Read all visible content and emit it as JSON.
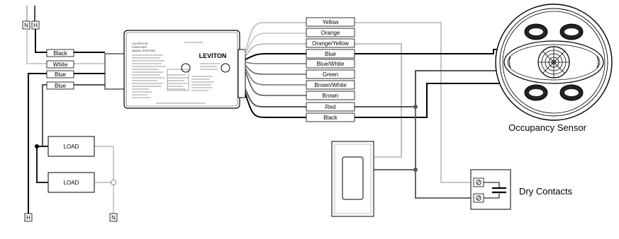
{
  "terminals": {
    "top_neutral": "N",
    "top_hot": "H",
    "bottom_hot": "H",
    "bottom_neutral": "N"
  },
  "left_wire_labels": [
    "Black",
    "White",
    "Blue",
    "Blue"
  ],
  "right_wire_labels": [
    "Yellow",
    "Orange",
    "Orange/Yellow",
    "Blue",
    "Blue/White",
    "Green",
    "Brown/White",
    "Brown",
    "Red",
    "Black"
  ],
  "loads": [
    "LOAD",
    "LOAD"
  ],
  "power_pack": {
    "brand": "LEVITON",
    "model_lines": [
      "CAT.OPP20-RH",
      "POWER PACK",
      "MANUAL ON/OFF/DIM"
    ]
  },
  "sensor_label": "Occupancy Sensor",
  "dry_contacts_label": "Dry Contacts",
  "colors": {
    "wire_black": "#000000",
    "wire_dark": "#555555",
    "wire_gray": "#8a8a8a",
    "wire_light": "#b8b8b8"
  }
}
